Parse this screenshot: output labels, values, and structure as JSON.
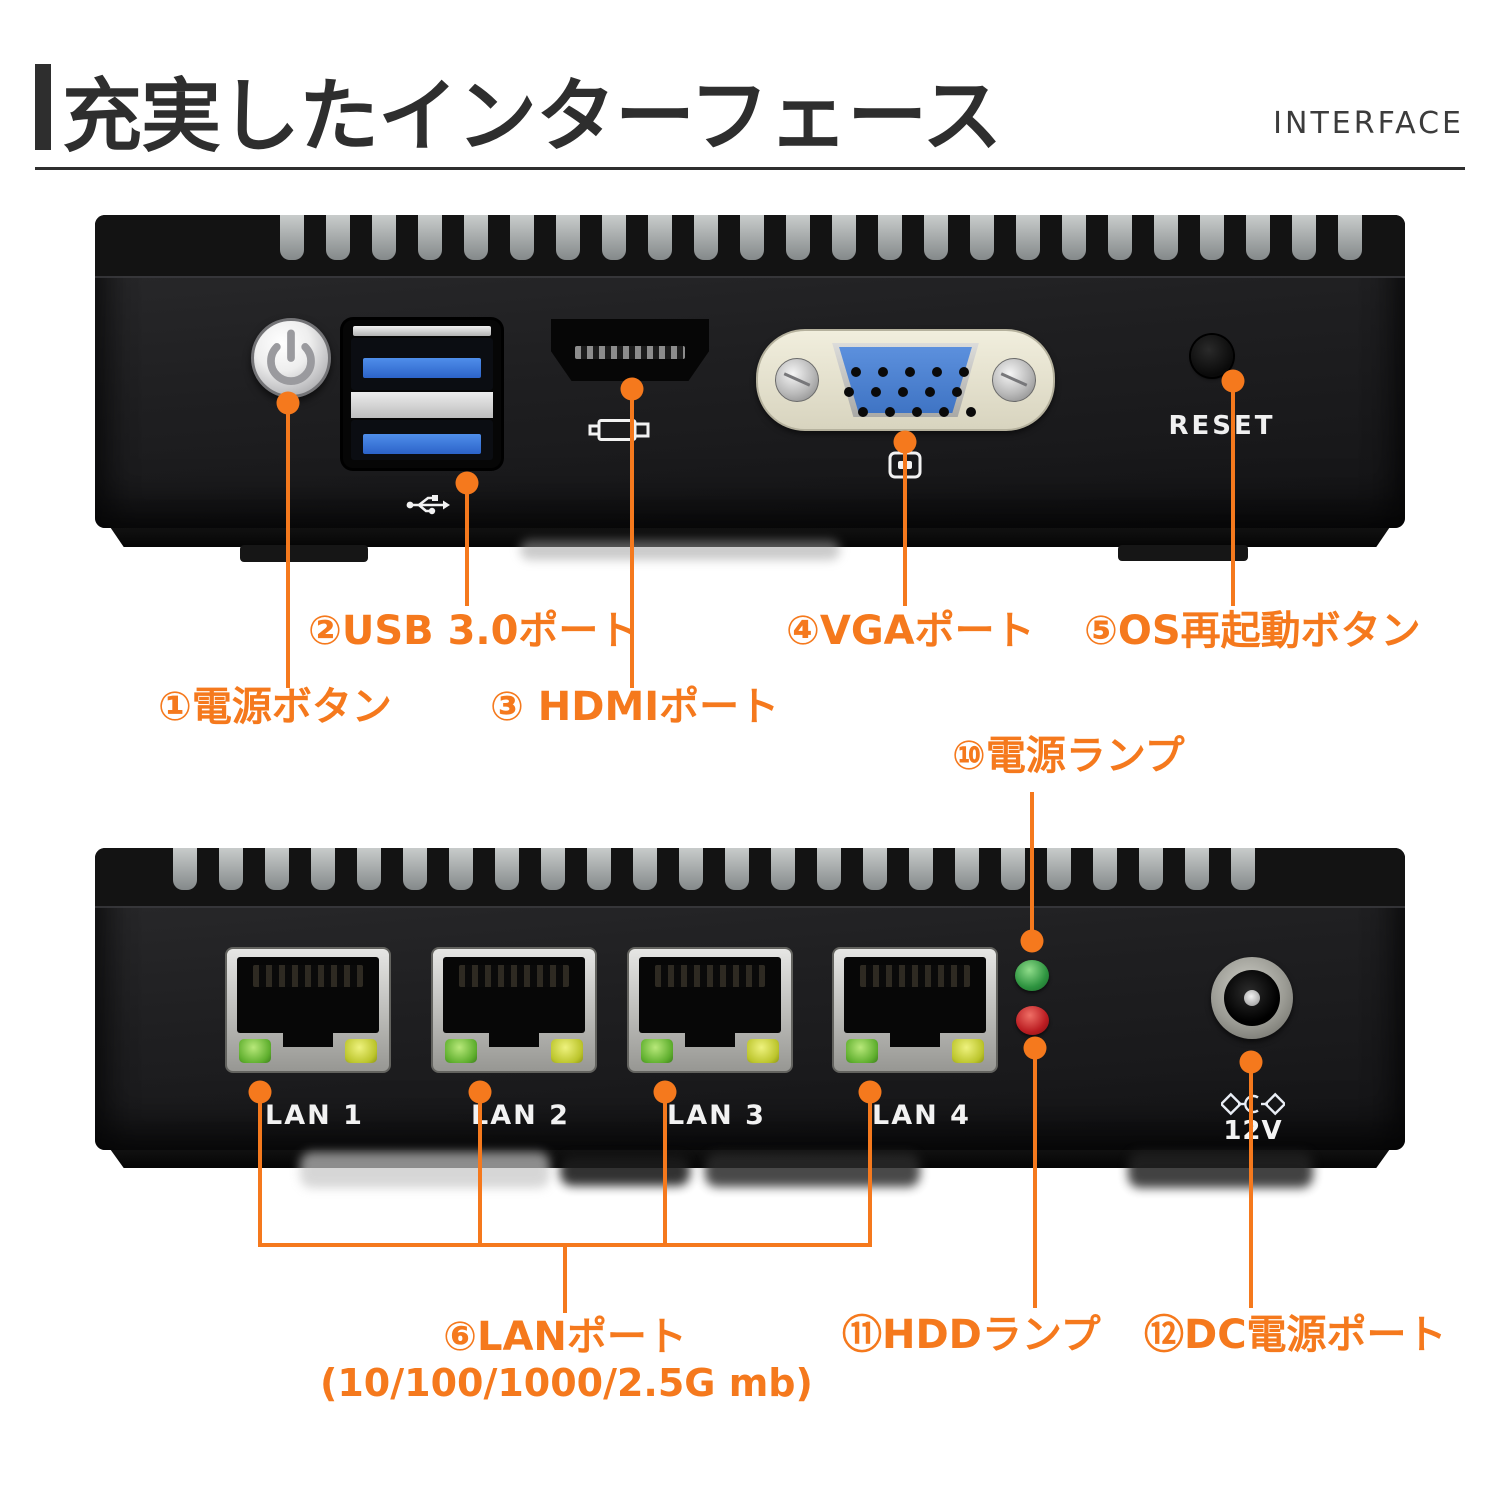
{
  "header": {
    "title": "充実したインターフェース",
    "subtitle": "INTERFACE"
  },
  "colors": {
    "accent_orange": "#f5791d",
    "title_ink": "#2e2e2e",
    "device_black": "#1f1f21",
    "usb_blue": "#3c74d6",
    "vga_blue": "#4a80cf",
    "led_green": "#2e9440",
    "led_red": "#bb1d22",
    "lan_led_green": "#5faf2e",
    "lan_led_yellow": "#bcc52c"
  },
  "front_panel": {
    "reset_text": "RESET",
    "icons": {
      "power": "power-icon",
      "usb": "usb-trident-icon",
      "hdmi": "hdmi-plug-icon",
      "vga": "vga-display-icon"
    },
    "annotations": {
      "power_button": "①電源ボタン",
      "usb_ports": "②USB 3.0ポート",
      "hdmi_port": "③ HDMIポート",
      "vga_port": "④VGAポート",
      "reset_button": "⑤OS再起動ボタン"
    }
  },
  "rear_panel": {
    "lan_ports": [
      "LAN 1",
      "LAN 2",
      "LAN 3",
      "LAN 4"
    ],
    "dc_voltage": "12V",
    "icons": {
      "dc_polarity": "dc-polarity-icon"
    },
    "annotations": {
      "lan_ports": "⑥LANポート",
      "lan_speed": "(10/100/1000/2.5G mb)",
      "power_lamp": "⑩電源ランプ",
      "hdd_lamp": "⑪HDDランプ",
      "dc_port": "⑫DC電源ポート"
    }
  }
}
